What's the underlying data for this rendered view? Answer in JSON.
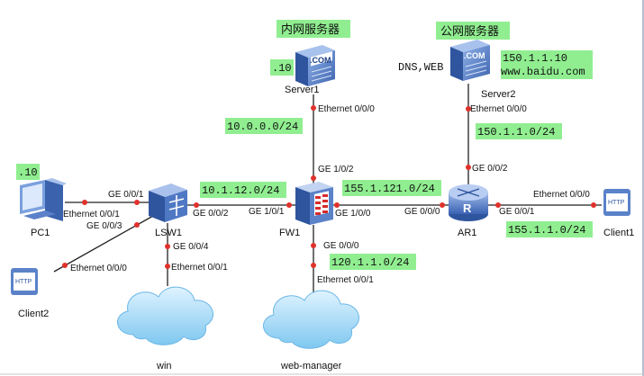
{
  "colors": {
    "link": "#222222",
    "endpoint_dot": "#e0312b",
    "highlight": "#90ee90",
    "device_blue": "#4a79c9"
  },
  "titles": {
    "intranet_server": "内网服务器",
    "public_server": "公网服务器"
  },
  "devices": {
    "server1": "Server1",
    "server2": "Server2",
    "fw1": "FW1",
    "lsw1": "LSW1",
    "ar1": "AR1",
    "pc1": "PC1",
    "client1": "Client1",
    "client2": "Client2",
    "win": "win",
    "web_manager": "web-manager"
  },
  "icons": {
    "server_logo": ".COM",
    "http_label": "HTTP"
  },
  "ports": {
    "server1_eth": "Ethernet 0/0/0",
    "fw_ge102": "GE 1/0/2",
    "fw_ge101": "GE 1/0/1",
    "fw_ge100": "GE 1/0/0",
    "fw_ge000": "GE 0/0/0",
    "lsw_ge001": "GE 0/0/1",
    "lsw_ge002": "GE 0/0/2",
    "lsw_ge003": "GE 0/0/3",
    "lsw_ge004": "GE 0/0/4",
    "pc_eth": "Ethernet 0/0/1",
    "client2_eth": "Ethernet 0/0/0",
    "win_eth": "Ethernet 0/0/1",
    "wm_eth": "Ethernet 0/0/1",
    "ar_ge000": "GE 0/0/0",
    "ar_ge001": "GE 0/0/1",
    "ar_ge002": "GE 0/0/2",
    "server2_eth": "Ethernet 0/0/0",
    "client1_eth": "Ethernet 0/0/0"
  },
  "addresses": {
    "server1_host": ".10",
    "pc1_host": ".10",
    "server2_services": "DNS,WEB",
    "server2_ip": "150.1.1.10",
    "server2_domain": "www.baidu.com",
    "net_server1": "10.0.0.0/24",
    "net_server2": "150.1.1.0/24",
    "net_fw_lsw": "10.1.12.0/24",
    "net_fw_ar": "155.1.121.0/24",
    "net_webmgr": "120.1.1.0/24",
    "net_client1": "155.1.1.0/24"
  }
}
